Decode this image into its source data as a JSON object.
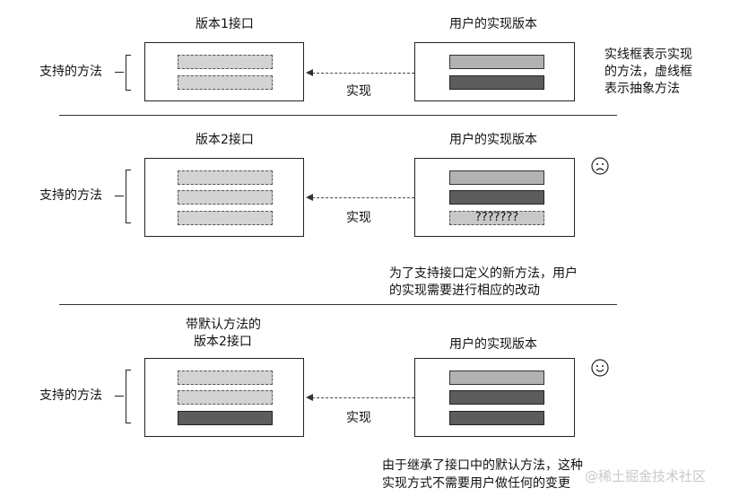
{
  "section1": {
    "interface_title": "版本1接口",
    "impl_title": "用户的实现版本",
    "methods_label": "支持的方法",
    "impl_label": "实现",
    "note_lines": [
      "实线框表示实现",
      "的方法，虚线框",
      "表示抽象方法"
    ]
  },
  "section2": {
    "interface_title": "版本2接口",
    "impl_title": "用户的实现版本",
    "methods_label": "支持的方法",
    "impl_label": "实现",
    "unknown_method": "???????",
    "face": "sad-face",
    "note_lines": [
      "为了支持接口定义的新方法，用户",
      "的实现需要进行相应的改动"
    ]
  },
  "section3": {
    "interface_title_lines": [
      "带默认方法的",
      "版本2接口"
    ],
    "impl_title": "用户的实现版本",
    "methods_label": "支持的方法",
    "impl_label": "实现",
    "face": "smiley-face",
    "note_lines": [
      "由于继承了接口中的默认方法，这种",
      "实现方式不需要用户做任何的变更"
    ]
  },
  "watermark": "@稀土掘金技术社区"
}
